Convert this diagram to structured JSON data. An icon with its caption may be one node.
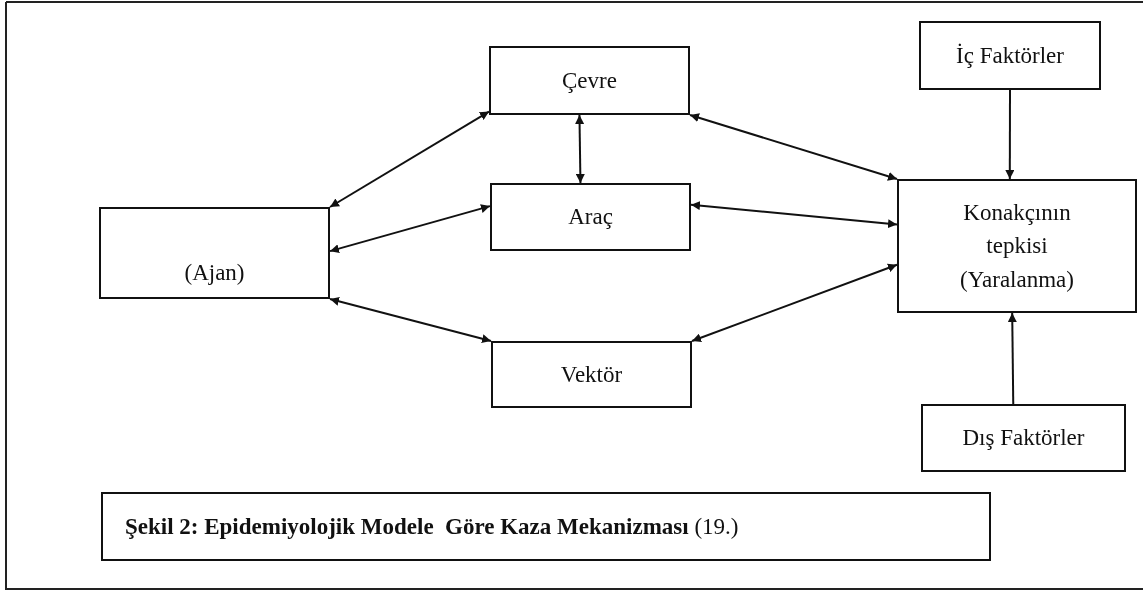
{
  "diagram": {
    "nodes": [
      {
        "text": [
          "(Ajan)"
        ]
      },
      {
        "text": [
          "Çevre"
        ]
      },
      {
        "text": [
          "Araç"
        ]
      },
      {
        "text": [
          "Vektör"
        ]
      },
      {
        "text": [
          "Konakçının tepkisi (Yaralanma)"
        ]
      },
      {
        "text": [
          "İç Faktörler"
        ]
      },
      {
        "text": [
          "Dış Faktörler"
        ]
      },
      {
        "text": [
          "**Şekil 2: Epidemiyolojik Modele  Göre Kaza Mekanizması** (19.)"
        ]
      }
    ],
    "edges": [
      {
        "from": 0,
        "to": 1,
        "arrow": "both"
      },
      {
        "from": 1,
        "to": 2,
        "arrow": "both"
      },
      {
        "from": 0,
        "to": 2,
        "arrow": "both"
      },
      {
        "from": 0,
        "to": 3,
        "arrow": "both"
      },
      {
        "from": 1,
        "to": 4,
        "arrow": "both"
      },
      {
        "from": 2,
        "to": 4,
        "arrow": "both"
      },
      {
        "from": 3,
        "to": 4,
        "arrow": "both"
      },
      {
        "from": 5,
        "to": 4,
        "arrow": "to"
      },
      {
        "from": 6,
        "to": 4,
        "arrow": "to"
      }
    ]
  }
}
